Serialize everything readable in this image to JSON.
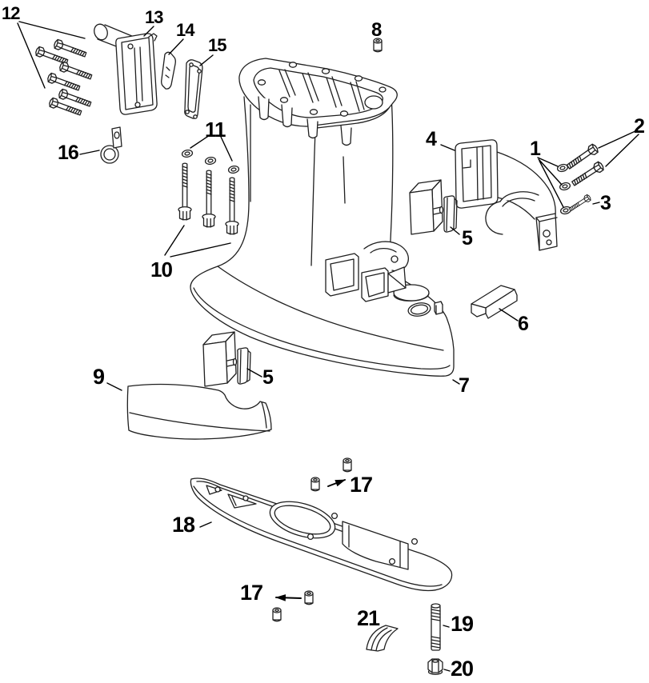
{
  "diagram": {
    "background_color": "#ffffff",
    "line_color": "#1f1f1f",
    "label_color": "#000000",
    "callouts": {
      "c1": "1",
      "c2": "2",
      "c3": "3",
      "c4": "4",
      "c5": "5",
      "c6": "6",
      "c7": "7",
      "c8": "8",
      "c9": "9",
      "c10": "10",
      "c11": "11",
      "c12": "12",
      "c13": "13",
      "c14": "14",
      "c15": "15",
      "c16": "16",
      "c17": "17",
      "c18": "18",
      "c19": "19",
      "c20": "20",
      "c21": "21"
    }
  }
}
